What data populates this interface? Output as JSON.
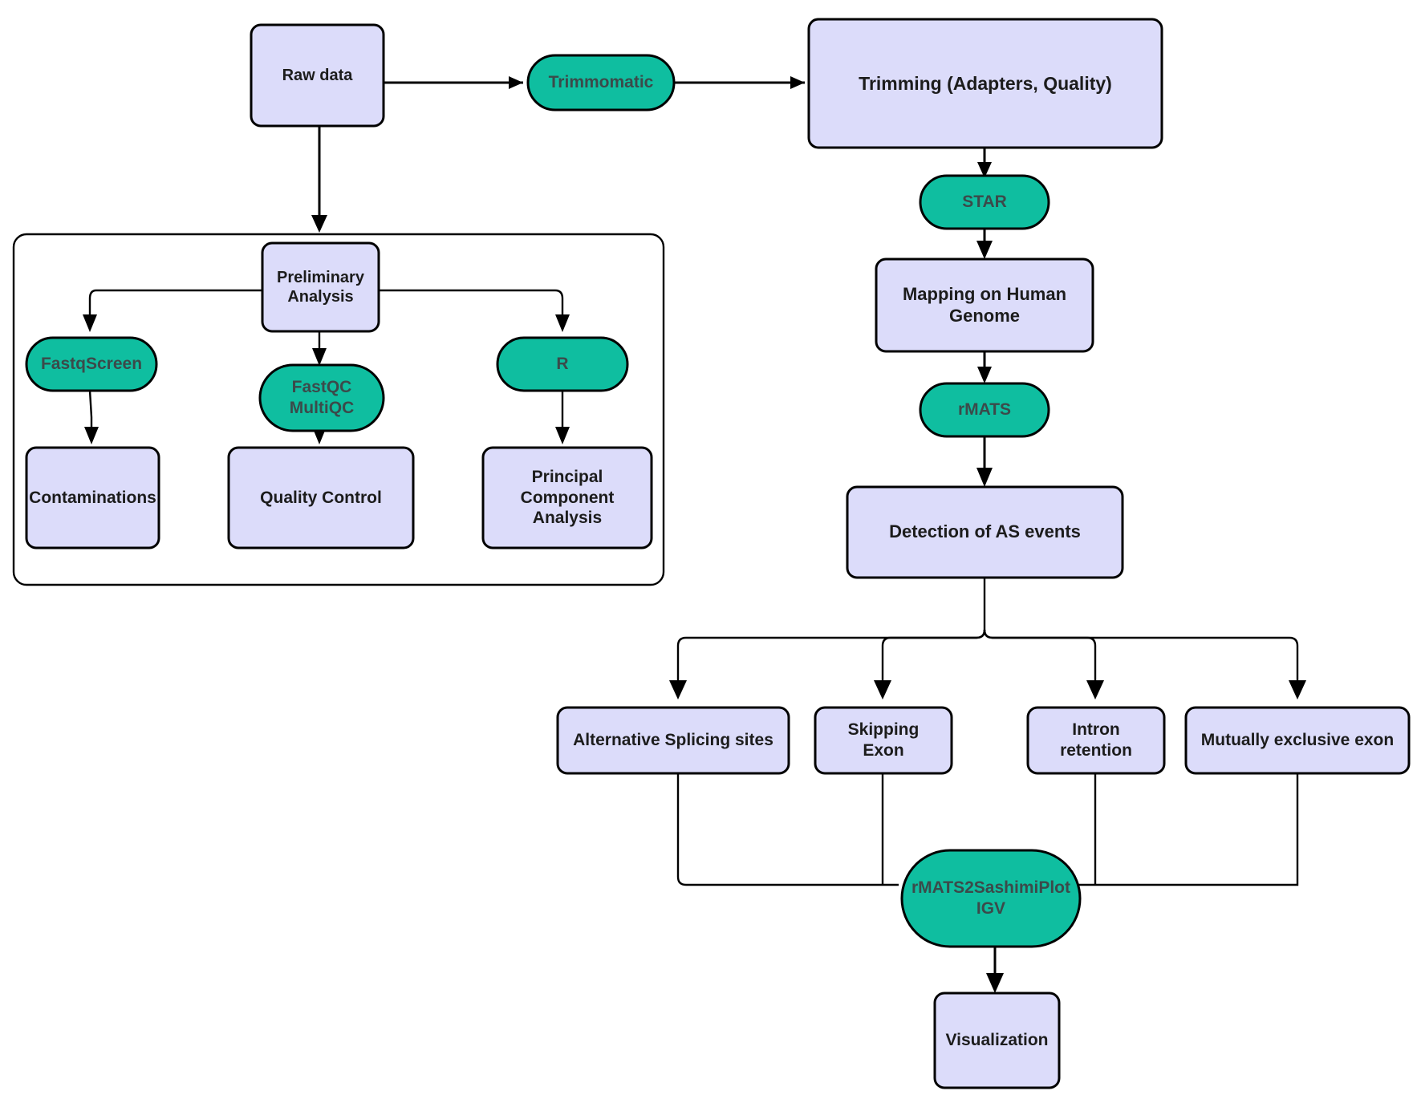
{
  "diagram": {
    "title": "RNA-seq alternative splicing analysis pipeline",
    "colors": {
      "process_fill": "#dcdcfa",
      "tool_fill": "#0fbea0",
      "stroke": "#000000",
      "process_text": "#1c1c1c",
      "tool_text": "#3b4a4a",
      "background": "#ffffff"
    },
    "nodes": [
      {
        "id": "raw-data",
        "label": "Raw data",
        "shape": "rect",
        "group": "main"
      },
      {
        "id": "trimmomatic",
        "label": "Trimmomatic",
        "shape": "stadium",
        "group": "tool"
      },
      {
        "id": "trimming",
        "label": "Trimming (Adapters, Quality)",
        "shape": "rect",
        "group": "main"
      },
      {
        "id": "star",
        "label": "STAR",
        "shape": "stadium",
        "group": "tool"
      },
      {
        "id": "mapping",
        "label": "Mapping on Human\nGenome",
        "shape": "rect",
        "group": "main"
      },
      {
        "id": "rmats",
        "label": "rMATS",
        "shape": "stadium",
        "group": "tool"
      },
      {
        "id": "detection",
        "label": "Detection of AS events",
        "shape": "rect",
        "group": "main"
      },
      {
        "id": "preliminary",
        "label": "Preliminary\nAnalysis",
        "shape": "rect",
        "group": "preliminary"
      },
      {
        "id": "fastqscreen",
        "label": "FastqScreen",
        "shape": "stadium",
        "group": "tool"
      },
      {
        "id": "fastqc-multiqc",
        "label": "FastQC\nMultiQC",
        "shape": "stadium",
        "group": "tool"
      },
      {
        "id": "r",
        "label": "R",
        "shape": "stadium",
        "group": "tool"
      },
      {
        "id": "contaminations",
        "label": "Contaminations",
        "shape": "rect",
        "group": "preliminary"
      },
      {
        "id": "quality-control",
        "label": "Quality Control",
        "shape": "rect",
        "group": "preliminary"
      },
      {
        "id": "pca",
        "label": "Principal\nComponent\nAnalysis",
        "shape": "rect",
        "group": "preliminary"
      },
      {
        "id": "alt-splicing-sites",
        "label": "Alternative Splicing sites",
        "shape": "rect",
        "group": "events"
      },
      {
        "id": "skipping-exon",
        "label": "Skipping\nExon",
        "shape": "rect",
        "group": "events"
      },
      {
        "id": "intron-retention",
        "label": "Intron\nretention",
        "shape": "rect",
        "group": "events"
      },
      {
        "id": "mutually-exclusive",
        "label": "Mutually exclusive exon",
        "shape": "rect",
        "group": "events"
      },
      {
        "id": "sashimi-igv",
        "label": "rMATS2SashimiPlot\nIGV",
        "shape": "stadium",
        "group": "tool"
      },
      {
        "id": "visualization",
        "label": "Visualization",
        "shape": "rect",
        "group": "main"
      }
    ],
    "edges": [
      {
        "from": "raw-data",
        "to": "trimmomatic"
      },
      {
        "from": "trimmomatic",
        "to": "trimming"
      },
      {
        "from": "raw-data",
        "to": "preliminary"
      },
      {
        "from": "trimming",
        "to": "star"
      },
      {
        "from": "star",
        "to": "mapping"
      },
      {
        "from": "mapping",
        "to": "rmats"
      },
      {
        "from": "rmats",
        "to": "detection"
      },
      {
        "from": "preliminary",
        "to": "fastqscreen"
      },
      {
        "from": "preliminary",
        "to": "fastqc-multiqc"
      },
      {
        "from": "preliminary",
        "to": "r"
      },
      {
        "from": "fastqscreen",
        "to": "contaminations"
      },
      {
        "from": "fastqc-multiqc",
        "to": "quality-control"
      },
      {
        "from": "r",
        "to": "pca"
      },
      {
        "from": "detection",
        "to": "alt-splicing-sites"
      },
      {
        "from": "detection",
        "to": "skipping-exon"
      },
      {
        "from": "detection",
        "to": "intron-retention"
      },
      {
        "from": "detection",
        "to": "mutually-exclusive"
      },
      {
        "from": "alt-splicing-sites",
        "to": "sashimi-igv"
      },
      {
        "from": "skipping-exon",
        "to": "sashimi-igv"
      },
      {
        "from": "intron-retention",
        "to": "sashimi-igv"
      },
      {
        "from": "mutually-exclusive",
        "to": "sashimi-igv"
      },
      {
        "from": "sashimi-igv",
        "to": "visualization"
      }
    ],
    "subgraphs": [
      {
        "id": "preliminary-analysis-group",
        "label": ""
      }
    ]
  }
}
